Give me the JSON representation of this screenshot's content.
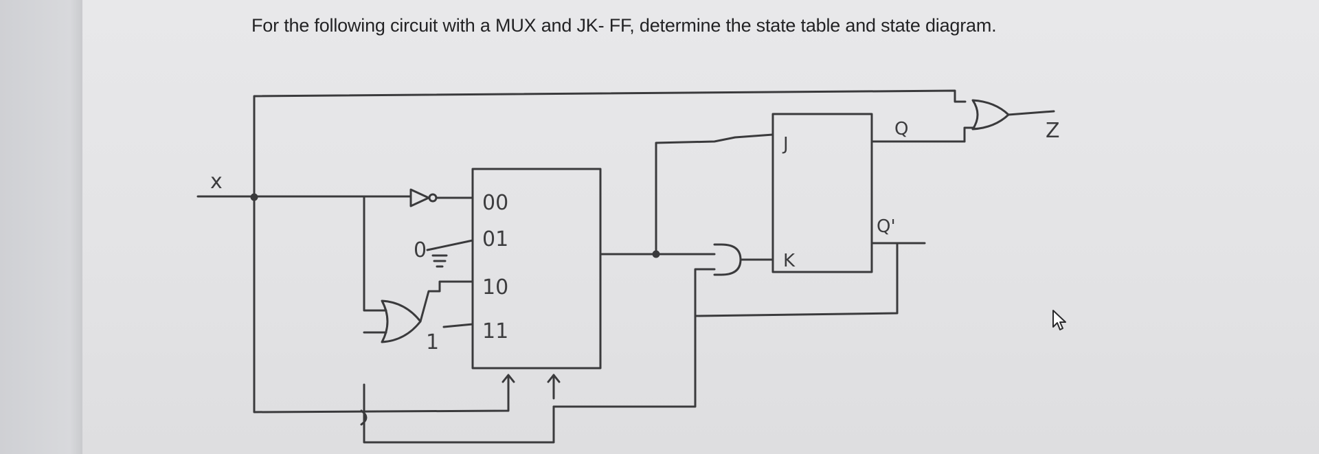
{
  "question": {
    "text": "For the following circuit with a MUX and JK- FF, determine the state table and state diagram."
  },
  "circuit": {
    "input_label": "x",
    "output_label": "Z",
    "flipflop": {
      "j_label": "J",
      "k_label": "K",
      "q_label": "Q",
      "qbar_label": "Q'"
    },
    "mux_inputs": [
      "00",
      "01",
      "10",
      "11"
    ],
    "constants": {
      "zero": "0",
      "one": "1"
    }
  },
  "colors": {
    "ink": "#3a3a3c",
    "paper": "#e6e6e8",
    "bezel": "#d2d3d6"
  },
  "icons": [
    "mouse-cursor-icon"
  ]
}
